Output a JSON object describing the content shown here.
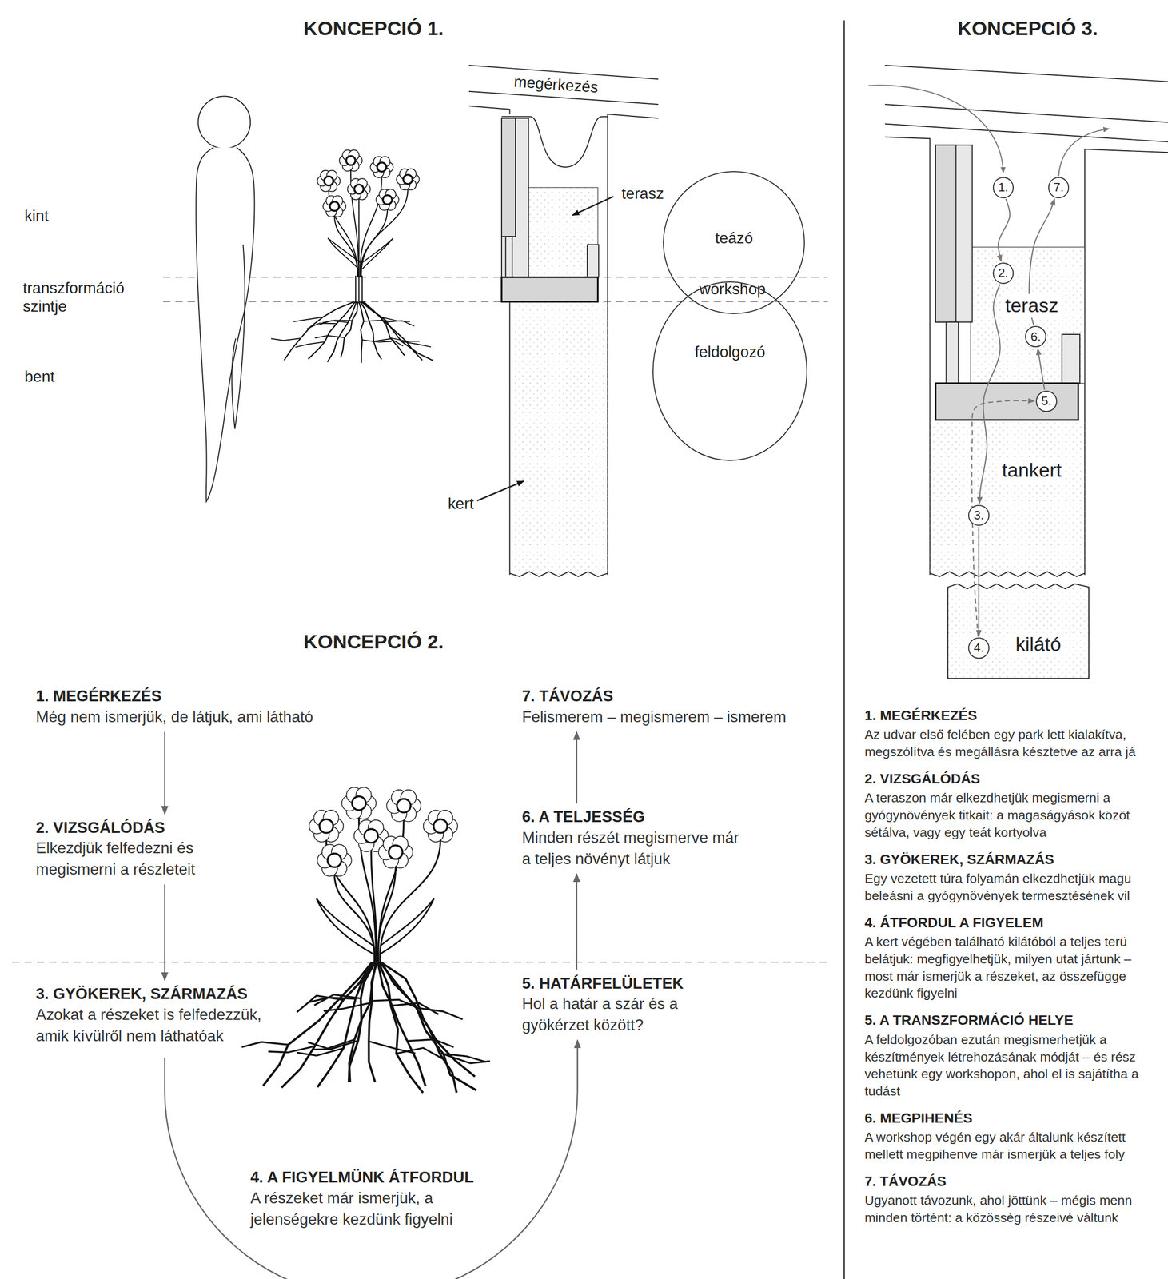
{
  "diagram": {
    "nodes": [
      {
        "text": [
          "teázó"
        ]
      },
      {
        "text": [
          "feldolgozó"
        ]
      },
      {
        "text": [
          "1. MEGÉRKEZÉS",
          "Még nem ismerjük, de látjuk, ami látható"
        ]
      },
      {
        "text": [
          "2. VIZSGÁLÓDÁS",
          "Elkezdjük felfedezni és megismerni a részleteit"
        ]
      },
      {
        "text": [
          "3. GYÖKEREK, SZÁRMAZÁS",
          "Azokat a részeket is felfedezzük, amik kívülről nem láthatóak"
        ]
      },
      {
        "text": [
          "4. A FIGYELMÜNK ÁTFORDUL",
          "A részeket már ismerjük, a jelenségekre kezdünk figyelni"
        ]
      },
      {
        "text": [
          "5. HATÁRFELÜLETEK",
          "Hol a határ a szár és a gyökérzet között?"
        ]
      },
      {
        "text": [
          "6. A TELJESSÉG",
          "Minden részét megismerve már a teljes növényt látjuk"
        ]
      },
      {
        "text": [
          "7. TÁVOZÁS",
          "Felismerem – megismerem – ismerem"
        ]
      },
      {
        "text": [
          "1."
        ]
      },
      {
        "text": [
          "2."
        ]
      },
      {
        "text": [
          "3."
        ]
      },
      {
        "text": [
          "4."
        ]
      },
      {
        "text": [
          "5."
        ]
      },
      {
        "text": [
          "6."
        ]
      },
      {
        "text": [
          "7."
        ]
      }
    ],
    "edges": [
      {
        "from": 2,
        "to": 3,
        "arrow": "to"
      },
      {
        "from": 3,
        "to": 4,
        "arrow": "to"
      },
      {
        "from": 4,
        "to": 5,
        "arrow": "none"
      },
      {
        "from": 5,
        "to": 6,
        "arrow": "to"
      },
      {
        "from": 6,
        "to": 7,
        "arrow": "to"
      },
      {
        "from": 7,
        "to": 8,
        "arrow": "to"
      },
      {
        "from": 9,
        "to": 10,
        "arrow": "to"
      },
      {
        "from": 10,
        "to": 11,
        "arrow": "to"
      },
      {
        "from": 11,
        "to": 12,
        "arrow": "to"
      },
      {
        "from": 12,
        "to": 13,
        "arrow": "to"
      },
      {
        "from": 13,
        "to": 14,
        "arrow": "to"
      },
      {
        "from": 14,
        "to": 15,
        "arrow": "to"
      }
    ],
    "labels": [
      "KONCEPCIÓ 1.",
      "kint",
      "transzformáció szintje",
      "bent",
      "megérkezés",
      "terasz",
      "workshop",
      "kert",
      "KONCEPCIÓ 2.",
      "KONCEPCIÓ 3.",
      "terasz",
      "tankert",
      "kilátó",
      "1. MEGÉRKEZÉS",
      "Az udvar első felében egy park lett kialakítva, megszólítva és megállásra késztetve az arra já",
      "2. VIZSGÁLÓDÁS",
      "A teraszon már elkezdhetjük megismerni a gyógynövények titkait: a magaságyások közöt sétálva, vagy egy teát kortyolva",
      "3. GYÖKEREK, SZÁRMAZÁS",
      "Egy vezetett túra folyamán elkezdhetjük magu beleásni a gyógynövények termesztésének vil",
      "4. ÁTFORDUL A FIGYELEM",
      "A kert végében található kilátóból a teljes terü belátjuk: megfigyelhetjük, milyen utat jártunk – most már ismerjük a részeket, az összefügge kezdünk figyelni",
      "5. A TRANSZFORMÁCIÓ HELYE",
      "A feldolgozóban ezután megismerhetjük a készítmények létrehozásának módját – és rész vehetünk egy workshopon, ahol el is sajátítha a tudást",
      "6. MEGPIHENÉS",
      "A workshop végén egy akár általunk készített mellett megpihenve már ismerjük a teljes foly",
      "7. TÁVOZÁS",
      "Ugyanott távozunk, ahol jöttünk – mégis menn minden történt: a közösség részeivé váltunk"
    ]
  }
}
